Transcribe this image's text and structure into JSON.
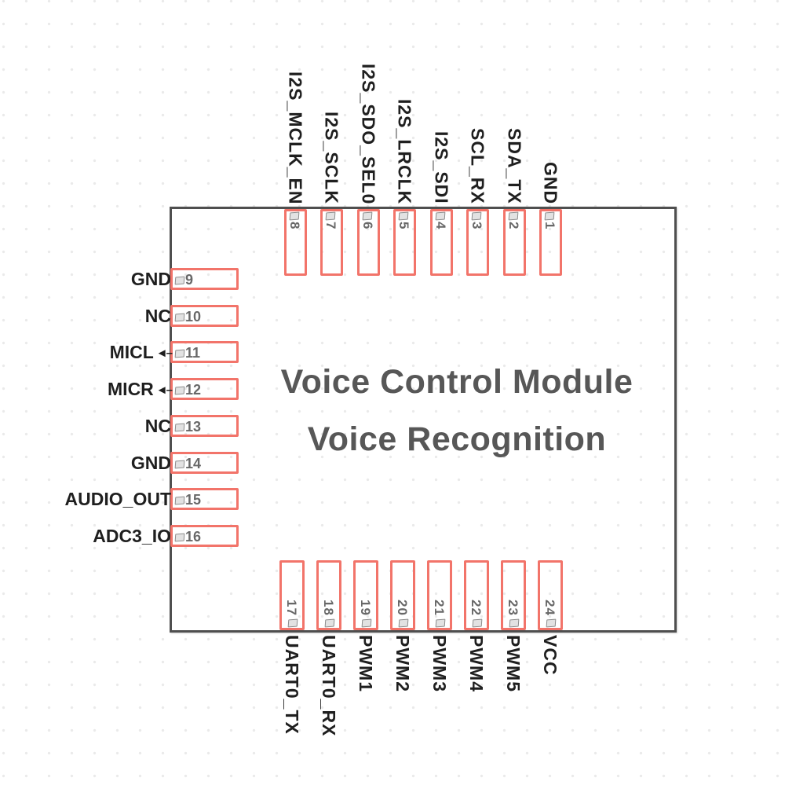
{
  "diagram": {
    "title_line1": "Voice Control Module",
    "title_line2": "Voice Recognition"
  },
  "colors": {
    "pin_outline": "#f2746a",
    "chip_outline": "#4f4f4f",
    "pin_label": "#1f1f1f",
    "pin_number": "#686868",
    "pad_fill": "#e2e2e2",
    "pad_border": "#8d8d8d",
    "title_text": "#575757",
    "background": "#ffffff",
    "dot_grid": "#eaeaea"
  },
  "chip": {
    "pins_top": [
      {
        "number": "8",
        "label": "I2S_MCLK_EN"
      },
      {
        "number": "7",
        "label": "I2S_SCLK"
      },
      {
        "number": "6",
        "label": "I2S_SDO_SEL0"
      },
      {
        "number": "5",
        "label": "I2S_LRCLK"
      },
      {
        "number": "4",
        "label": "I2S_SDI"
      },
      {
        "number": "3",
        "label": "SCL_RX"
      },
      {
        "number": "2",
        "label": "SDA_TX"
      },
      {
        "number": "1",
        "label": "GND"
      }
    ],
    "pins_left": [
      {
        "number": "9",
        "label": "GND",
        "arrow": false
      },
      {
        "number": "10",
        "label": "NC",
        "arrow": false
      },
      {
        "number": "11",
        "label": "MICL",
        "arrow": true
      },
      {
        "number": "12",
        "label": "MICR",
        "arrow": true
      },
      {
        "number": "13",
        "label": "NC",
        "arrow": false
      },
      {
        "number": "14",
        "label": "GND",
        "arrow": false
      },
      {
        "number": "15",
        "label": "AUDIO_OUT",
        "arrow": false
      },
      {
        "number": "16",
        "label": "ADC3_IO",
        "arrow": false
      }
    ],
    "pins_bottom": [
      {
        "number": "17",
        "label": "UART0_TX"
      },
      {
        "number": "18",
        "label": "UART0_RX"
      },
      {
        "number": "19",
        "label": "PWM1"
      },
      {
        "number": "20",
        "label": "PWM2"
      },
      {
        "number": "21",
        "label": "PWM3"
      },
      {
        "number": "22",
        "label": "PWM4"
      },
      {
        "number": "23",
        "label": "PWM5"
      },
      {
        "number": "24",
        "label": "VCC"
      }
    ]
  }
}
